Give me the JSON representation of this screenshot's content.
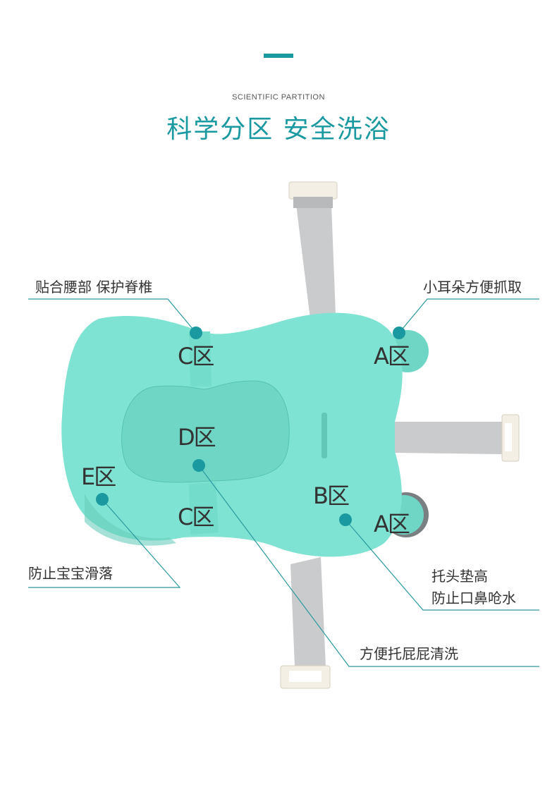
{
  "header": {
    "subtitle": "SCIENTIFIC PARTITION",
    "title": "科学分区  安全洗浴"
  },
  "colors": {
    "accent": "#1a9aa0",
    "cushion": "#7fe3d3",
    "cushion_inner": "#6fd6c6",
    "strap": "#c9cbcd"
  },
  "zones": {
    "c_top": "C区",
    "a_top": "A区",
    "d": "D区",
    "e": "E区",
    "b": "B区",
    "c_bottom": "C区",
    "a_bottom": "A区"
  },
  "callouts": {
    "waist": "贴合腰部 保护脊椎",
    "ears": "小耳朵方便抓取",
    "slip": "防止宝宝滑落",
    "head_line1": "托头垫高",
    "head_line2": "防止口鼻呛水",
    "bottom": "方便托屁屁清洗"
  }
}
